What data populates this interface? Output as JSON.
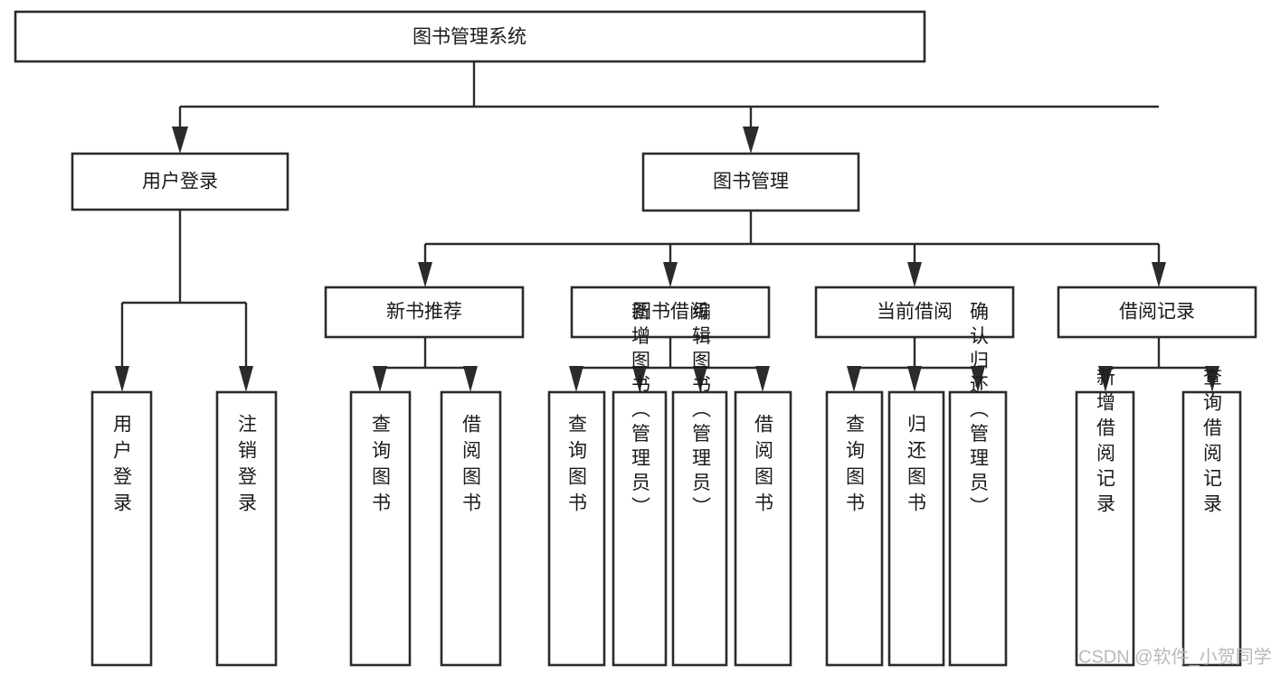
{
  "diagram": {
    "title": "图书管理系统",
    "type": "tree",
    "orientation": "top-down",
    "colors": {
      "box_fill": "#ffffff",
      "box_stroke": "#2b2b2b",
      "connector": "#2b2b2b",
      "text": "#1a1a1a",
      "watermark": "#b9b9b9",
      "background": "#ffffff"
    },
    "watermark": "CSDN @软件_小贺同学",
    "levels": [
      {
        "index": 0,
        "name": "root",
        "text_orientation": "horizontal"
      },
      {
        "index": 1,
        "name": "modules",
        "text_orientation": "horizontal"
      },
      {
        "index": 2,
        "name": "sub-modules",
        "text_orientation": "horizontal"
      },
      {
        "index": 3,
        "name": "functions",
        "text_orientation": "vertical"
      }
    ],
    "nodes": {
      "root": {
        "id": "root",
        "label": "图书管理系统",
        "level": 0
      },
      "login": {
        "id": "login",
        "label": "用户登录",
        "level": 1
      },
      "book_mgmt": {
        "id": "book_mgmt",
        "label": "图书管理",
        "level": 1
      },
      "new_book_rec": {
        "id": "new_book_rec",
        "label": "新书推荐",
        "level": 2
      },
      "book_borrow": {
        "id": "book_borrow",
        "label": "图书借阅",
        "level": 2
      },
      "current_borrow": {
        "id": "current_borrow",
        "label": "当前借阅",
        "level": 2
      },
      "borrow_record": {
        "id": "borrow_record",
        "label": "借阅记录",
        "level": 2
      },
      "leaf_user_login": {
        "id": "leaf_user_login",
        "label": "用户登录",
        "level": 3
      },
      "leaf_logout": {
        "id": "leaf_logout",
        "label": "注销登录",
        "level": 3
      },
      "leaf_query_book_1": {
        "id": "leaf_query_book_1",
        "label": "查询图书",
        "level": 3
      },
      "leaf_borrow_book_1": {
        "id": "leaf_borrow_book_1",
        "label": "借阅图书",
        "level": 3
      },
      "leaf_query_book_2": {
        "id": "leaf_query_book_2",
        "label": "查询图书",
        "level": 3
      },
      "leaf_add_book": {
        "id": "leaf_add_book",
        "label": "新增图书（管理员）",
        "level": 3
      },
      "leaf_edit_book": {
        "id": "leaf_edit_book",
        "label": "编辑图书（管理员）",
        "level": 3
      },
      "leaf_borrow_book_2": {
        "id": "leaf_borrow_book_2",
        "label": "借阅图书",
        "level": 3
      },
      "leaf_query_book_3": {
        "id": "leaf_query_book_3",
        "label": "查询图书",
        "level": 3
      },
      "leaf_return_book": {
        "id": "leaf_return_book",
        "label": "归还图书",
        "level": 3
      },
      "leaf_confirm_return": {
        "id": "leaf_confirm_return",
        "label": "确认归还（管理员）",
        "level": 3
      },
      "leaf_add_record": {
        "id": "leaf_add_record",
        "label": "新增借阅记录",
        "level": 3
      },
      "leaf_query_record": {
        "id": "leaf_query_record",
        "label": "查询借阅记录",
        "level": 3
      }
    },
    "edges": [
      {
        "from": "root",
        "to": "login"
      },
      {
        "from": "root",
        "to": "book_mgmt"
      },
      {
        "from": "login",
        "to": "leaf_user_login"
      },
      {
        "from": "login",
        "to": "leaf_logout"
      },
      {
        "from": "book_mgmt",
        "to": "new_book_rec"
      },
      {
        "from": "book_mgmt",
        "to": "book_borrow"
      },
      {
        "from": "book_mgmt",
        "to": "current_borrow"
      },
      {
        "from": "book_mgmt",
        "to": "borrow_record"
      },
      {
        "from": "new_book_rec",
        "to": "leaf_query_book_1"
      },
      {
        "from": "new_book_rec",
        "to": "leaf_borrow_book_1"
      },
      {
        "from": "book_borrow",
        "to": "leaf_query_book_2"
      },
      {
        "from": "book_borrow",
        "to": "leaf_add_book"
      },
      {
        "from": "book_borrow",
        "to": "leaf_edit_book"
      },
      {
        "from": "book_borrow",
        "to": "leaf_borrow_book_2"
      },
      {
        "from": "current_borrow",
        "to": "leaf_query_book_3"
      },
      {
        "from": "current_borrow",
        "to": "leaf_return_book"
      },
      {
        "from": "current_borrow",
        "to": "leaf_confirm_return"
      },
      {
        "from": "borrow_record",
        "to": "leaf_add_record"
      },
      {
        "from": "borrow_record",
        "to": "leaf_query_record"
      }
    ]
  }
}
